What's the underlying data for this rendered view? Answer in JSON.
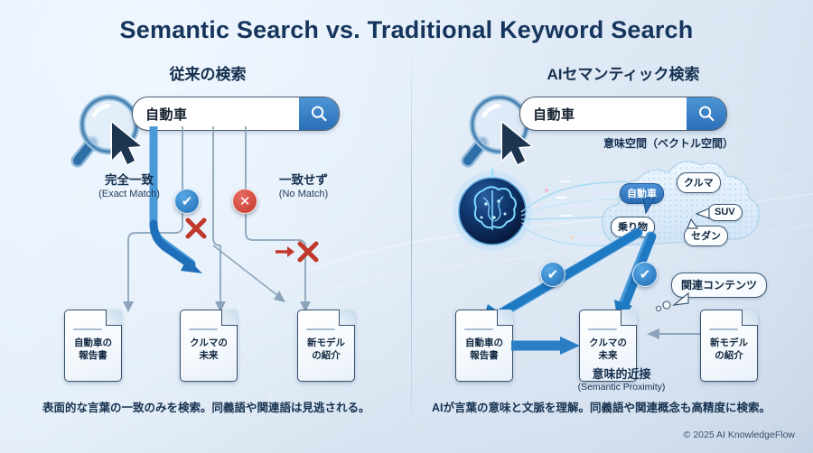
{
  "title": "Semantic Search vs. Traditional Keyword Search",
  "divider": {},
  "left": {
    "heading": "従来の検索",
    "search": {
      "query": "自動車",
      "button_icon": "search-icon"
    },
    "exact_match": {
      "jp": "完全一致",
      "en": "(Exact Match)"
    },
    "no_match": {
      "jp": "一致せず",
      "en": "(No Match)"
    },
    "badges": [
      {
        "kind": "ok",
        "glyph": "✔"
      },
      {
        "kind": "no",
        "glyph": "✕"
      }
    ],
    "docs": [
      {
        "line1": "自動車の",
        "line2": "報告書"
      },
      {
        "line1": "クルマの",
        "line2": "未来"
      },
      {
        "line1": "新モデル",
        "line2": "の紹介"
      }
    ],
    "caption": "表面的な言葉の一致のみを検索。同義語や関連語は見逃される。"
  },
  "right": {
    "heading": "AIセマンティック検索",
    "search": {
      "query": "自動車",
      "button_icon": "search-icon"
    },
    "vector_space_label": "意味空間（ベクトル空間）",
    "brain_icon": "ai-brain-icon",
    "tags": [
      {
        "text": "自動車",
        "highlight": true
      },
      {
        "text": "クルマ",
        "highlight": false
      },
      {
        "text": "SUV",
        "highlight": false
      },
      {
        "text": "乗り物",
        "highlight": false
      },
      {
        "text": "セダン",
        "highlight": false
      }
    ],
    "related_bubble": "関連コンテンツ",
    "badges": [
      {
        "kind": "ok",
        "glyph": "✔"
      },
      {
        "kind": "ok",
        "glyph": "✔"
      }
    ],
    "docs": [
      {
        "line1": "自動車の",
        "line2": "報告書"
      },
      {
        "line1": "クルマの",
        "line2": "未来"
      },
      {
        "line1": "新モデル",
        "line2": "の紹介"
      }
    ],
    "proximity": {
      "jp": "意味的近接",
      "en": "(Semantic Proximity)"
    },
    "caption": "AIが言葉の意味と文脈を理解。同義語や関連概念も高精度に検索。"
  },
  "footer": "© 2025 AI KnowledgeFlow",
  "colors": {
    "accent_blue": "#2a6cb4",
    "deep_navy": "#16355c",
    "error_red": "#c0392b",
    "bg_light": "#eaf4fd",
    "bg_dark": "#c2d1e2"
  }
}
